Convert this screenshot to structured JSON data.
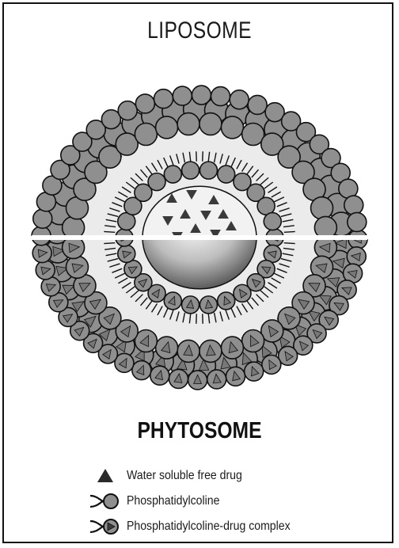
{
  "diagram": {
    "top_label": "LIPOSOME",
    "bottom_label": "PHYTOSOME"
  },
  "legend": {
    "items": [
      {
        "label": "Water soluble free drug",
        "symbol": "triangle-icon"
      },
      {
        "label": "Phosphatidylcoline",
        "symbol": "phospholipid-icon"
      },
      {
        "label": "Phosphatidylcoline-drug complex",
        "symbol": "phospholipid-drug-complex-icon"
      }
    ]
  },
  "colors": {
    "head_fill": "#8f8f8f",
    "drug_fill": "#3a3a3a",
    "outline": "#111111",
    "tail_zone": "#ebebeb"
  }
}
